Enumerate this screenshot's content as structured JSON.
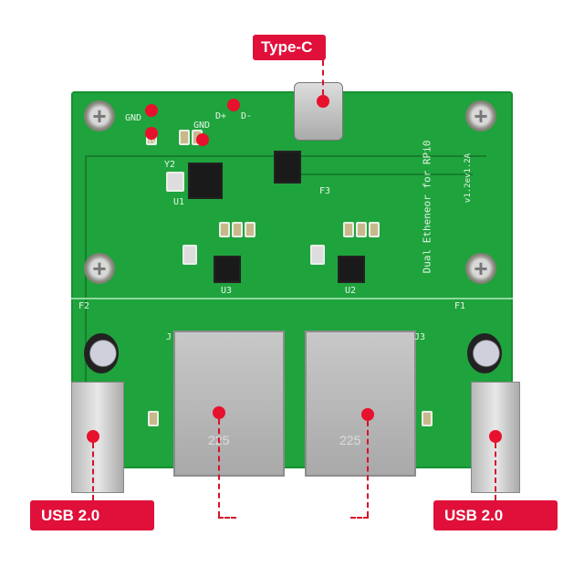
{
  "callouts": {
    "type_c": "Type-C",
    "usb_left": "USB 2.0",
    "usb_right": "USB 2.0"
  },
  "silkscreen": {
    "gnd1": "GND",
    "v5": "5V",
    "gnd2": "GND",
    "dplus": "D+",
    "dminus": "D-",
    "y2": "Y2",
    "u1": "U1",
    "f3": "F3",
    "u3": "U3",
    "u2": "U2",
    "f2": "F2",
    "f1": "F1",
    "board_name": "Dual Etheneor for RPi0",
    "version": "v1.2ev1.2A",
    "j_left": "J",
    "j_right": "J3",
    "rj_left_mark": "225",
    "rj_right_mark": "225"
  },
  "colors": {
    "pcb": "#1fa33c",
    "callout": "#e0103a"
  }
}
